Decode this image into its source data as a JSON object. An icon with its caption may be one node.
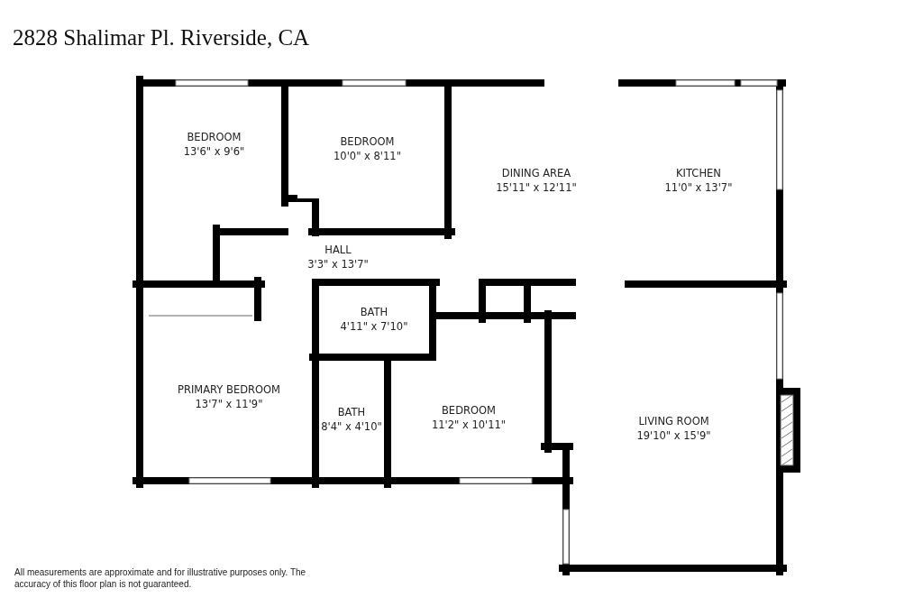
{
  "diagram": {
    "title": "2828 Shalimar Pl. Riverside, CA",
    "caption": "All measurements are approximate and for illustrative purposes only. The accuracy of this floor plan is not guaranteed.",
    "nodes": [
      {
        "text": [
          "BEDROOM",
          "13'6\" x 9'6\""
        ]
      },
      {
        "text": [
          "BEDROOM",
          "10'0\" x 8'11\""
        ]
      },
      {
        "text": [
          "DINING AREA",
          "15'11\" x 12'11\""
        ]
      },
      {
        "text": [
          "KITCHEN",
          "11'0\" x 13'7\""
        ]
      },
      {
        "text": [
          "HALL",
          "3'3\" x 13'7\""
        ]
      },
      {
        "text": [
          "BATH",
          "4'11\" x 7'10\""
        ]
      },
      {
        "text": [
          "PRIMARY BEDROOM",
          "13'7\" x 11'9\""
        ]
      },
      {
        "text": [
          "BEDROOM",
          "11'2\" x 10'11\""
        ]
      },
      {
        "text": [
          "BATH",
          "8'4\" x 4'10\""
        ]
      },
      {
        "text": [
          "LIVING ROOM",
          "19'10\" x 15'9\""
        ]
      }
    ]
  }
}
